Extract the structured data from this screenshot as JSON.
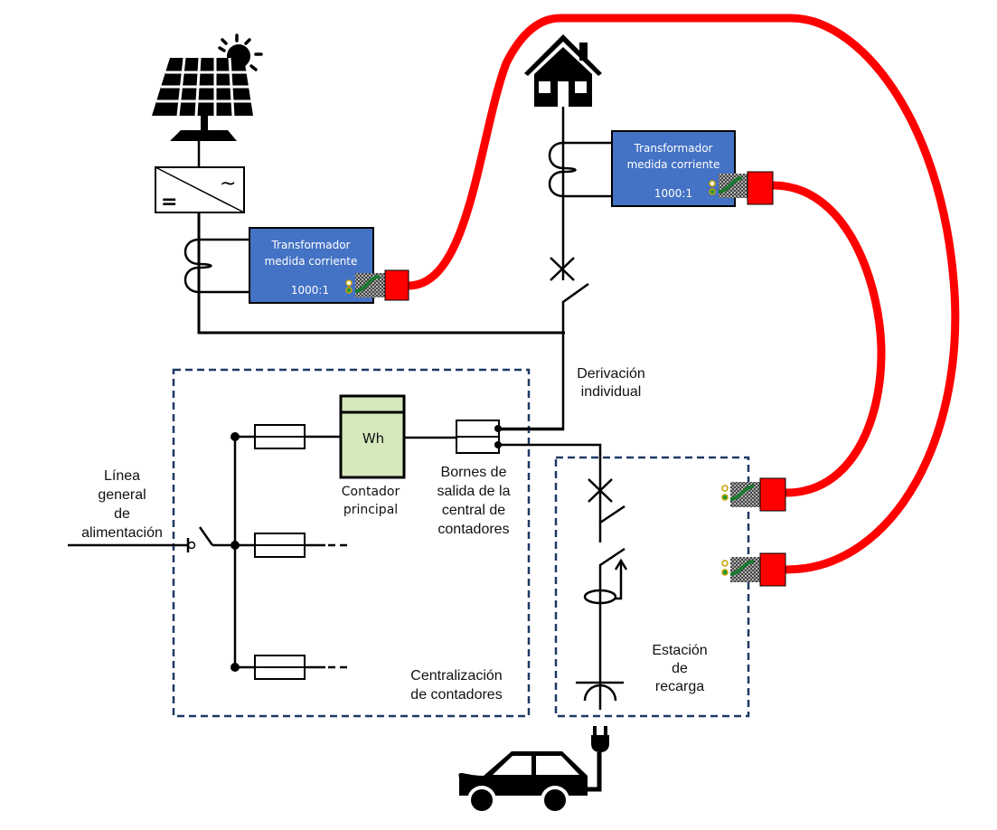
{
  "diagram": {
    "title": "Esquema de instalación con autoconsumo fotovoltaico y estación de recarga",
    "colors": {
      "line": "#000000",
      "cable": "#ff0000",
      "transformer_fill": "#4472c4",
      "meter_fill": "#d5e8bc",
      "dashed_box": "#1f3864"
    },
    "icons": {
      "solar_panel": "solar-panel-icon",
      "sun": "sun-icon",
      "house": "house-icon",
      "car": "electric-car-icon",
      "plug": "plug-icon",
      "inverter": "dc-ac-inverter-icon"
    },
    "inverter": {
      "ac_symbol": "~",
      "dc_symbol": "="
    },
    "transformers": [
      {
        "id": "pv",
        "line1": "Transformador",
        "line2": "medida corriente",
        "ratio": "1000:1"
      },
      {
        "id": "house",
        "line1": "Transformador",
        "line2": "medida corriente",
        "ratio": "1000:1"
      }
    ],
    "meter": {
      "symbol": "Wh",
      "label_line1": "Contador",
      "label_line2": "principal"
    },
    "labels": {
      "derivacion": [
        "Derivación",
        "individual"
      ],
      "linea_general": [
        "Línea",
        "general",
        "de",
        "alimentación"
      ],
      "bornes": [
        "Bornes de",
        "salida de la",
        "central de",
        "contadores"
      ],
      "centralizacion": [
        "Centralización",
        "de contadores"
      ],
      "estacion": [
        "Estación",
        "de",
        "recarga"
      ]
    }
  }
}
